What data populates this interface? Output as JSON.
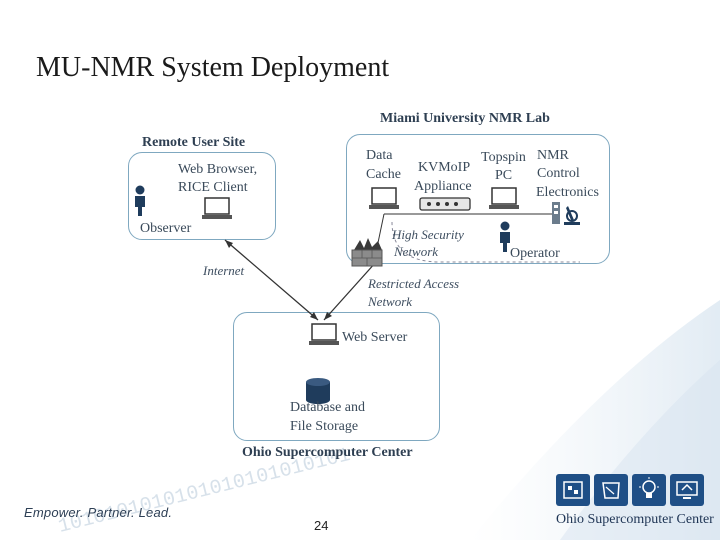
{
  "title": "MU-NMR System Deployment",
  "remote_site": {
    "heading": "Remote User Site",
    "client_line1": "Web Browser,",
    "client_line2": "RICE Client",
    "observer": "Observer"
  },
  "lab": {
    "heading": "Miami University NMR Lab",
    "data_cache_line1": "Data",
    "data_cache_line2": "Cache",
    "kvm_line1": "KVMoIP",
    "kvm_line2": "Appliance",
    "topspin_line1": "Topspin",
    "topspin_line2": "PC",
    "nmr_line1": "NMR",
    "nmr_line2": "Control",
    "nmr_line3": "Electronics",
    "hs_line1": "High Security",
    "hs_line2": "Network",
    "operator": "Operator"
  },
  "links": {
    "internet": "Internet",
    "restricted_line1": "Restricted Access",
    "restricted_line2": "Network"
  },
  "osc_box": {
    "web_server": "Web Server",
    "db_line1": "Database and",
    "db_line2": "File Storage",
    "heading": "Ohio Supercomputer Center"
  },
  "footer": {
    "tagline": "Empower. Partner. Lead.",
    "page_number": "24",
    "logo_name": "Ohio Supercomputer Center"
  },
  "colors": {
    "box_border": "#7fa8c0",
    "label_text": "#3a4a5a",
    "logo_blue": "#1f4f86"
  },
  "icons": [
    "user-icon",
    "laptop-icon",
    "kvm-appliance-icon",
    "microscope-icon",
    "firewall-icon",
    "database-icon",
    "logo-tile-icon"
  ]
}
